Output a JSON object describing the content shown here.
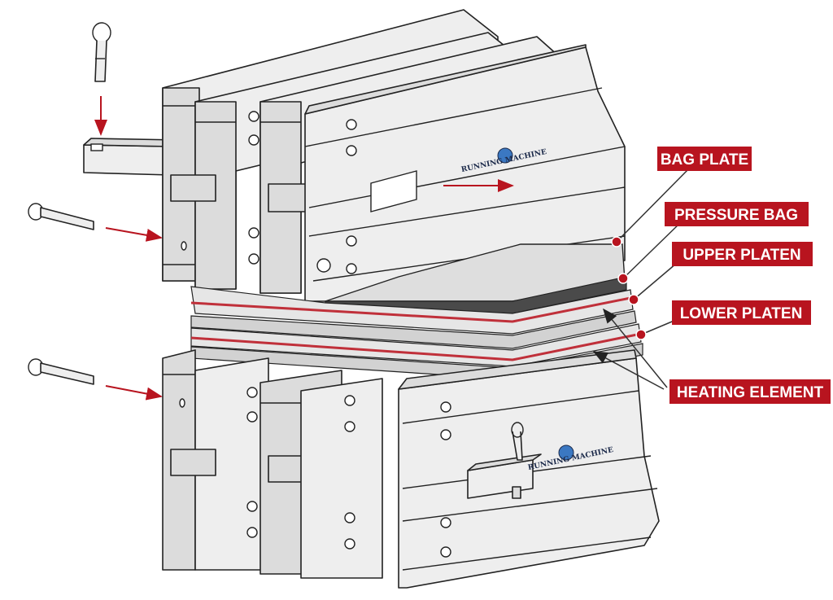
{
  "labels": {
    "bag_plate": "BAG PLATE",
    "pressure_bag": "PRESSURE BAG",
    "upper_platen": "UPPER PLATEN",
    "lower_platen": "LOWER PLATEN",
    "heating_element": "HEATING ELEMENT"
  },
  "logo_text": "RUNNING MACHINE",
  "colors": {
    "accent": "#b8141f",
    "beam": "#eeeeee",
    "pressure_bag": "#4a4a4a",
    "platen_line": "#c0303a"
  }
}
